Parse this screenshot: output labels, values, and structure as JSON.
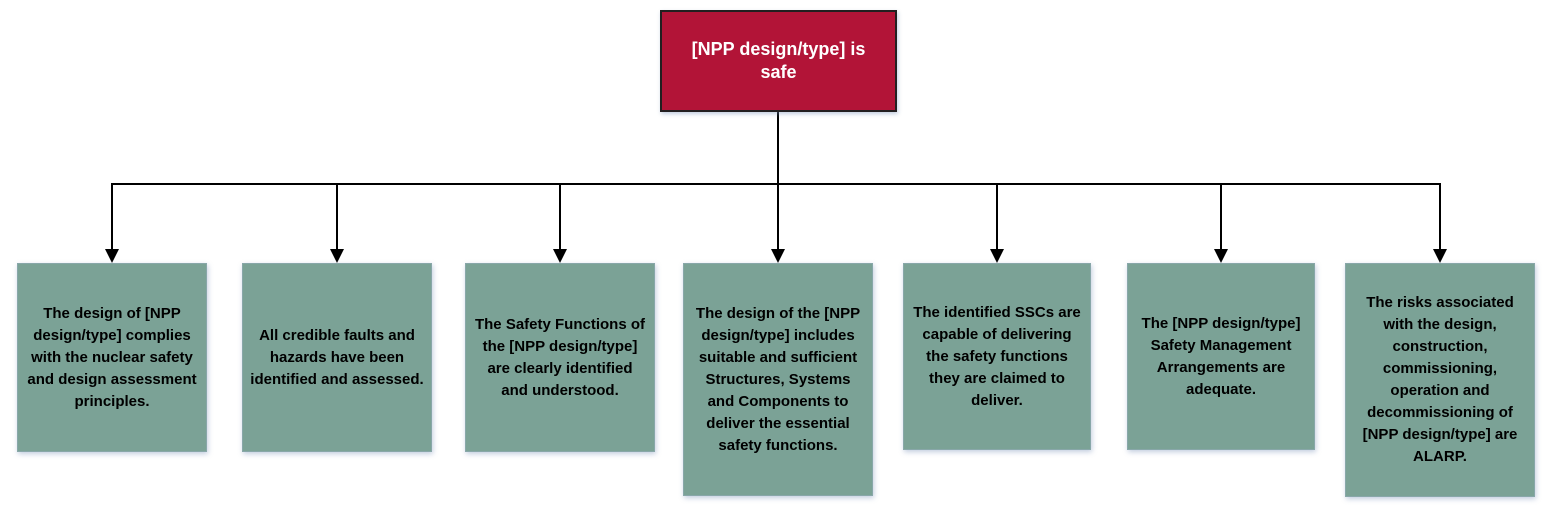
{
  "diagram": {
    "root": {
      "label": "[NPP design/type] is safe"
    },
    "children": [
      {
        "label": "The design of [NPP design/type] complies with the nuclear safety and design assessment principles."
      },
      {
        "label": "All credible faults and hazards have been identified and assessed."
      },
      {
        "label": "The Safety Functions of the [NPP design/type] are clearly identified and understood."
      },
      {
        "label": "The design of the [NPP design/type] includes suitable and sufficient Structures, Systems and Components to deliver the essential safety functions."
      },
      {
        "label": "The identified SSCs are capable of delivering the safety functions they are claimed to deliver."
      },
      {
        "label": "The [NPP design/type]  Safety Management Arrangements are adequate."
      },
      {
        "label": "The risks associated with the design, construction, commissioning, operation and decommissioning of [NPP design/type] are ALARP."
      }
    ],
    "colors": {
      "root_fill": "#B21437",
      "root_border": "#231F20",
      "root_text": "#FFFFFF",
      "child_fill": "#7BA296",
      "child_text": "#000000",
      "connector": "#000000"
    }
  }
}
